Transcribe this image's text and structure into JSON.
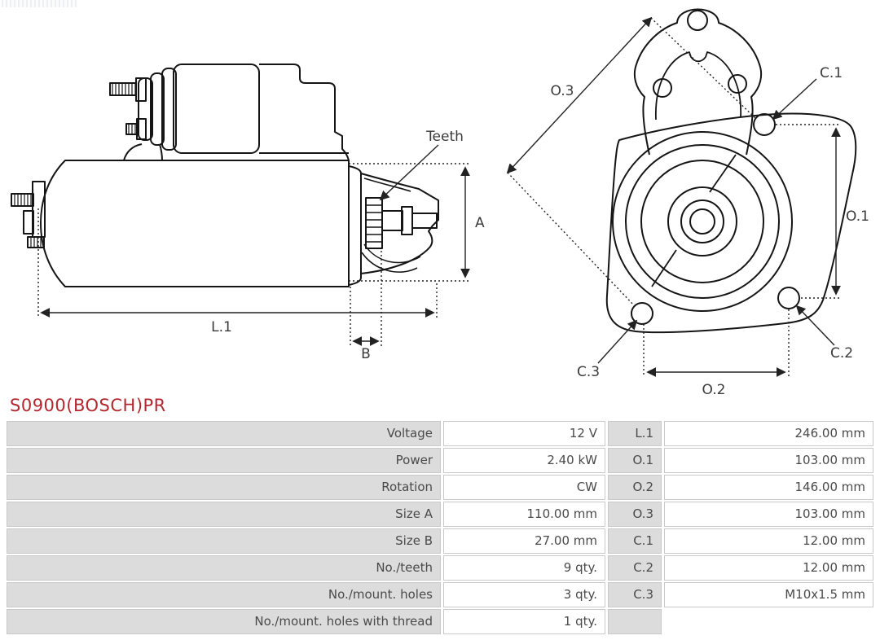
{
  "page": {
    "title": "S0900(BOSCH)PR"
  },
  "colors": {
    "accent_red": "#b2282e",
    "cell_gray": "#dcdcdc",
    "line_black": "#151515"
  },
  "diagram": {
    "side": {
      "teeth": "Teeth",
      "a": "A",
      "b": "B",
      "l1": "L.1"
    },
    "front": {
      "o1": "O.1",
      "o2": "O.2",
      "o3": "O.3",
      "c1": "C.1",
      "c2": "C.2",
      "c3": "C.3"
    }
  },
  "spec_table": {
    "rows": [
      {
        "label": "Voltage",
        "value": "12 V",
        "dim": "L.1",
        "dim_value": "246.00 mm"
      },
      {
        "label": "Power",
        "value": "2.40 kW",
        "dim": "O.1",
        "dim_value": "103.00 mm"
      },
      {
        "label": "Rotation",
        "value": "CW",
        "dim": "O.2",
        "dim_value": "146.00 mm"
      },
      {
        "label": "Size A",
        "value": "110.00 mm",
        "dim": "O.3",
        "dim_value": "103.00 mm"
      },
      {
        "label": "Size B",
        "value": "27.00 mm",
        "dim": "C.1",
        "dim_value": "12.00 mm"
      },
      {
        "label": "No./teeth",
        "value": "9 qty.",
        "dim": "C.2",
        "dim_value": "12.00 mm"
      },
      {
        "label": "No./mount. holes",
        "value": "3 qty.",
        "dim": "C.3",
        "dim_value": "M10x1.5 mm"
      },
      {
        "label": "No./mount. holes with thread",
        "value": "1 qty.",
        "dim": "",
        "dim_value": ""
      }
    ]
  }
}
